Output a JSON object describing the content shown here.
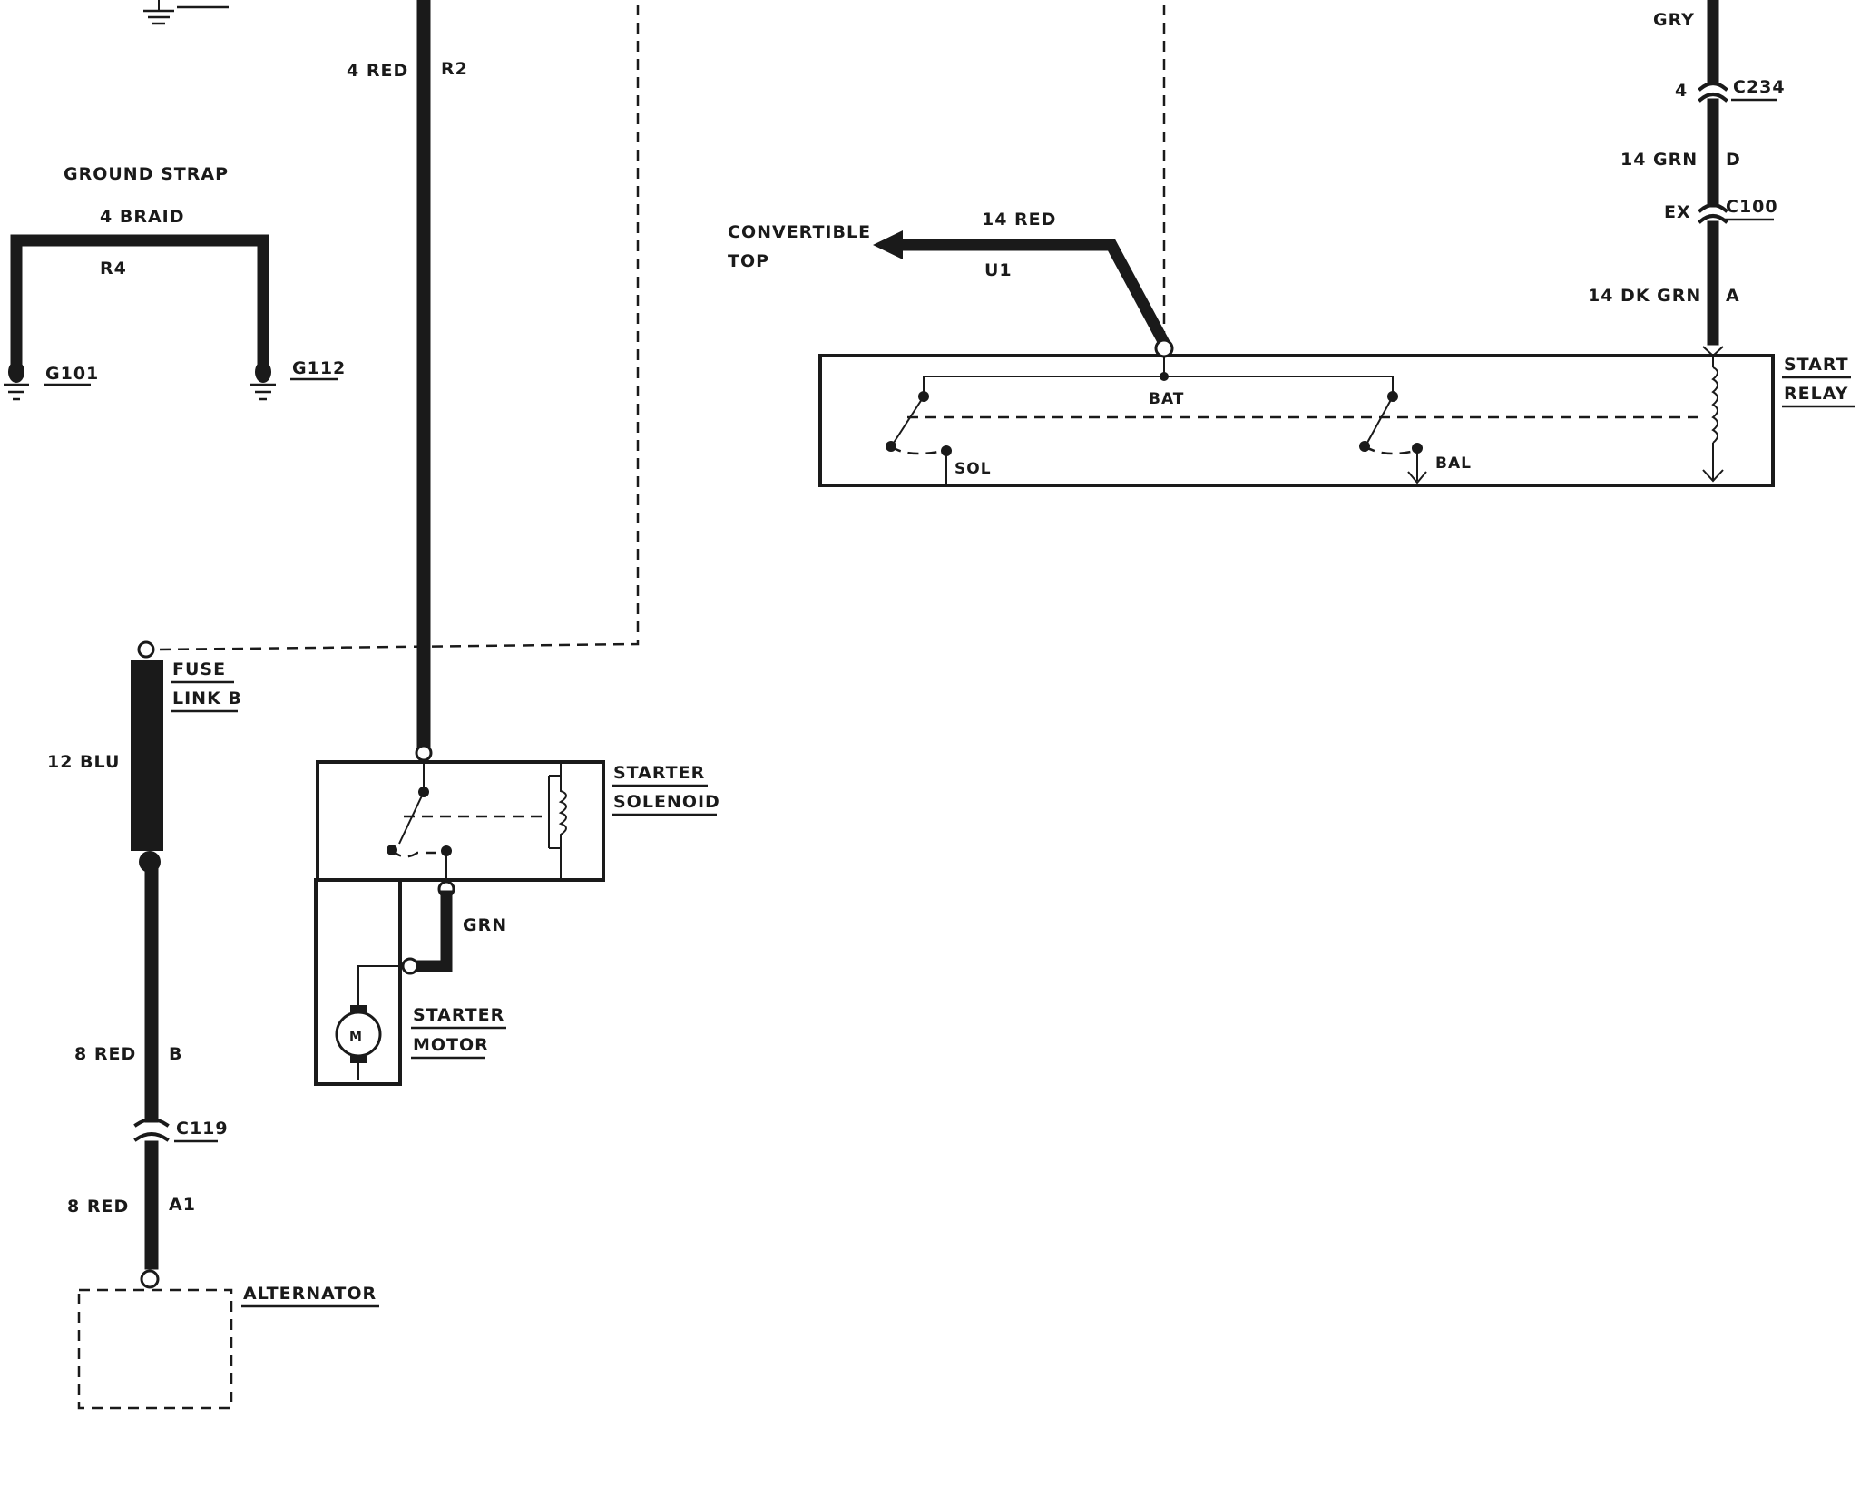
{
  "labels": {
    "ground_strap": "GROUND STRAP",
    "braid_wire": "4 BRAID",
    "braid_circuit": "R4",
    "g101": "G101",
    "g112": "G112",
    "red4_wire": "4 RED",
    "red4_circuit": "R2",
    "fuse_link_line1": "FUSE",
    "fuse_link_line2": "LINK B",
    "blu12": "12 BLU",
    "starter_solenoid_line1": "STARTER",
    "starter_solenoid_line2": "SOLENOID",
    "grn": "GRN",
    "starter_motor_line1": "STARTER",
    "starter_motor_line2": "MOTOR",
    "motor_symbol": "M",
    "red8_b_wire": "8 RED",
    "red8_b_circuit": "B",
    "c119": "C119",
    "red8_a1_wire": "8  RED",
    "red8_a1_circuit": "A1",
    "alternator": "ALTERNATOR",
    "convertible_top_line1": "CONVERTIBLE",
    "convertible_top_line2": "TOP",
    "red14_wire": "14 RED",
    "red14_circuit": "U1",
    "gry": "GRY",
    "c234_pin": "4",
    "c234": "C234",
    "grn14_wire": "14 GRN",
    "grn14_circuit": "D",
    "c100_pin": "EX",
    "c100": "C100",
    "dkgrn14_wire": "14 DK GRN",
    "dkgrn14_circuit": "A",
    "start_relay_line1": "START",
    "start_relay_line2": "RELAY",
    "bat": "BAT",
    "sol": "SOL",
    "bal": "BAL"
  }
}
